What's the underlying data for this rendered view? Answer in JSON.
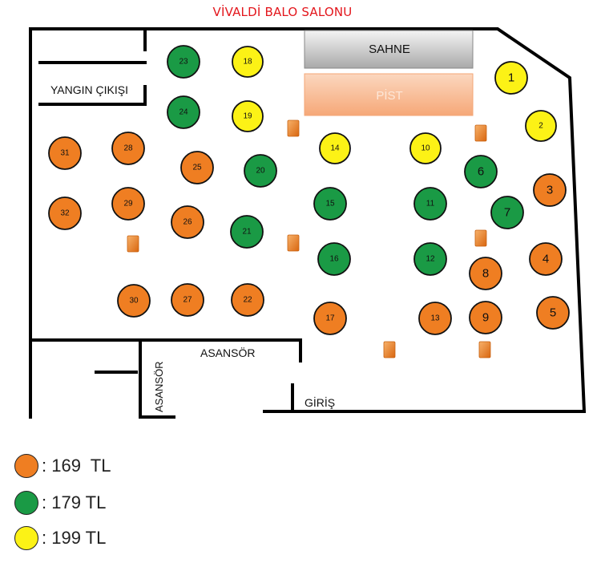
{
  "title": "VİVALDİ BALO SALONU",
  "labels": {
    "stage": "SAHNE",
    "dance_floor": "PİST",
    "fire_exit": "YANGIN ÇIKIŞI",
    "elevator_top": "ASANSÖR",
    "elevator_side": "ASANSÖR",
    "entrance": "GİRİŞ"
  },
  "colors": {
    "orange": "#ef7e22",
    "green": "#1a9a45",
    "yellow": "#fcf216",
    "wall": "#000000",
    "title": "#e3161c"
  },
  "legend": [
    {
      "color": "orange",
      "label": ": 169  TL"
    },
    {
      "color": "green",
      "label": ": 179 TL"
    },
    {
      "color": "yellow",
      "label": ": 199 TL"
    }
  ],
  "tables": [
    {
      "number": "1",
      "color": "yellow"
    },
    {
      "number": "2",
      "color": "yellow"
    },
    {
      "number": "3",
      "color": "orange"
    },
    {
      "number": "4",
      "color": "orange"
    },
    {
      "number": "5",
      "color": "orange"
    },
    {
      "number": "6",
      "color": "green"
    },
    {
      "number": "7",
      "color": "green"
    },
    {
      "number": "8",
      "color": "orange"
    },
    {
      "number": "9",
      "color": "orange"
    },
    {
      "number": "10",
      "color": "yellow"
    },
    {
      "number": "11",
      "color": "green"
    },
    {
      "number": "12",
      "color": "green"
    },
    {
      "number": "13",
      "color": "orange"
    },
    {
      "number": "14",
      "color": "yellow"
    },
    {
      "number": "15",
      "color": "green"
    },
    {
      "number": "16",
      "color": "green"
    },
    {
      "number": "17",
      "color": "orange"
    },
    {
      "number": "18",
      "color": "yellow"
    },
    {
      "number": "19",
      "color": "yellow"
    },
    {
      "number": "20",
      "color": "green"
    },
    {
      "number": "21",
      "color": "green"
    },
    {
      "number": "22",
      "color": "orange"
    },
    {
      "number": "23",
      "color": "green"
    },
    {
      "number": "24",
      "color": "green"
    },
    {
      "number": "25",
      "color": "orange"
    },
    {
      "number": "26",
      "color": "orange"
    },
    {
      "number": "27",
      "color": "orange"
    },
    {
      "number": "28",
      "color": "orange"
    },
    {
      "number": "29",
      "color": "orange"
    },
    {
      "number": "30",
      "color": "orange"
    },
    {
      "number": "31",
      "color": "orange"
    },
    {
      "number": "32",
      "color": "orange"
    }
  ],
  "pillars": 7
}
